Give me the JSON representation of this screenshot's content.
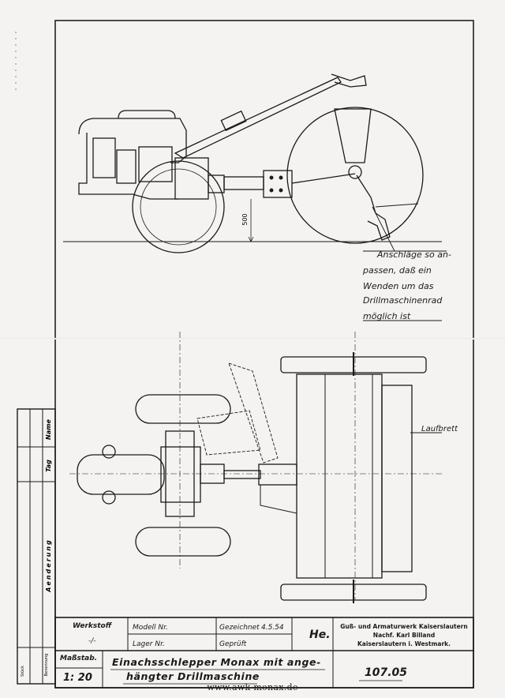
{
  "annotations": {
    "dimension_500": "500",
    "note_lines": [
      "Anschläge so an-",
      "passen, daß ein",
      "Wenden um das",
      "Drillmaschinenrad",
      "möglich ist"
    ],
    "laufbrett": "Laufbrett"
  },
  "side_table": {
    "name": "Name",
    "tag": "Tag",
    "aenderung": "Aenderung",
    "stueck": "Stück",
    "benennung": "Benennung"
  },
  "title_block": {
    "werkstoff_label": "Werkstoff",
    "werkstoff_value": "-/-",
    "modell_label": "Modell Nr.",
    "lager_label": "Lager Nr.",
    "gezeichnet_label": "Gezeichnet",
    "gezeichnet_value": "4.5.54",
    "geprueft_label": "Geprüft",
    "signature": "He.",
    "company_line1": "Guß- und Armaturwerk Kaiserslautern",
    "company_line2": "Nachf. Karl Billand",
    "company_line3": "Kaiserslautern i. Westmark.",
    "massstab_label": "Maßstab.",
    "massstab_value": "1: 20",
    "title_line1": "Einachsschlepper Monax mit ange-",
    "title_line2": "hängter Drillmaschine",
    "drawing_number": "107.05"
  },
  "footer": {
    "url": "www.awk-monax.de"
  }
}
